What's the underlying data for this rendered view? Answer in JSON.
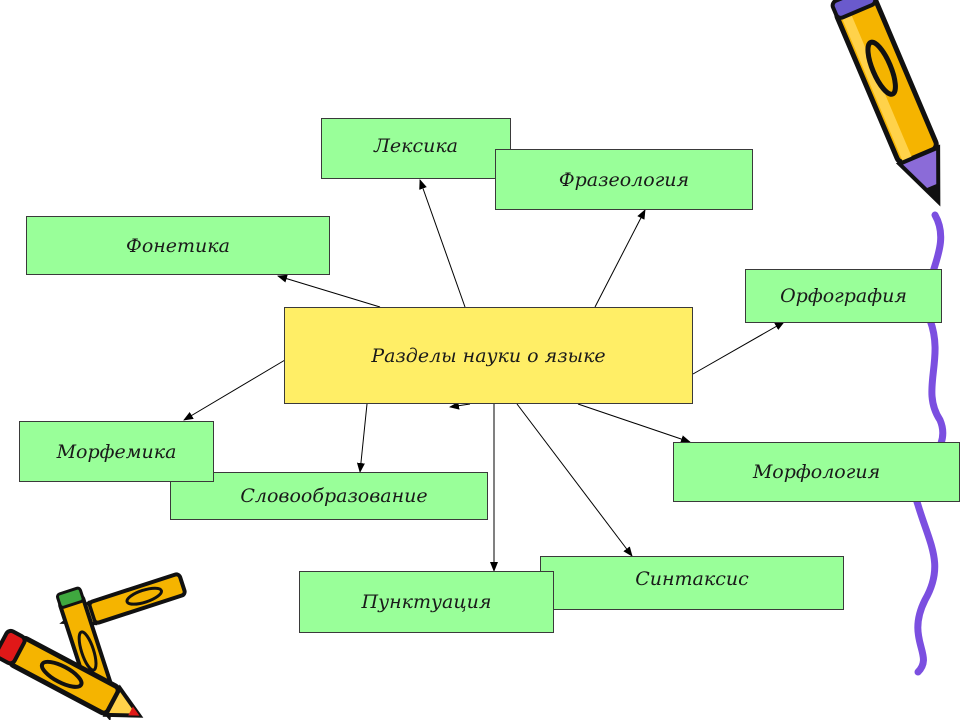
{
  "diagram": {
    "center": "Разделы науки о языке",
    "nodes": {
      "leksika": "Лексика",
      "frazeologiya": "Фразеология",
      "fonetika": "Фонетика",
      "orfografiya": "Орфография",
      "morfemika": "Морфемика",
      "slovoobrazovanie": "Словообразование",
      "morfologiya": "Морфология",
      "sintaksis": "Синтаксис",
      "punktuatsiya": "Пунктуация"
    }
  },
  "colors": {
    "box_fill": "#99ff99",
    "center_fill": "#ffee66",
    "line": "#000000",
    "squiggle": "#7b4fe0",
    "pencil_body": "#f5b400",
    "pencil_outline": "#111111",
    "pencil_tip": "#e01818"
  }
}
